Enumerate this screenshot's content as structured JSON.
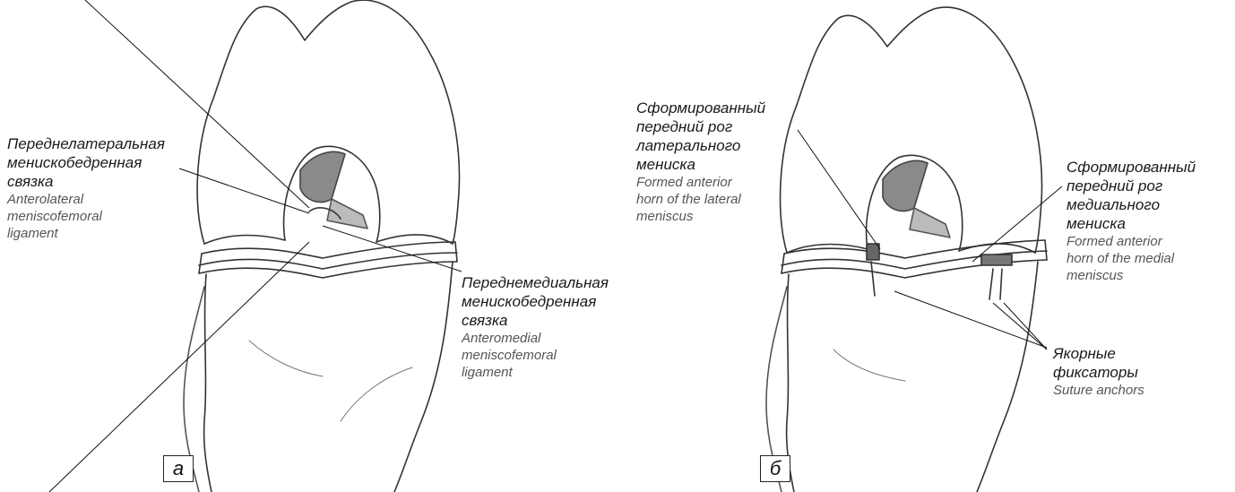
{
  "panel_a": {
    "letter": "а",
    "label_left": {
      "ru": "Переднелатеральная\nменискобедренная\nсвязка",
      "en": "Anterolateral\nmeniscofemoral\nligament"
    },
    "label_right": {
      "ru": "Переднемедиальная\nменискобедренная\nсвязка",
      "en": "Anteromedial\nmeniscofemoral\nligament"
    }
  },
  "panel_b": {
    "letter": "б",
    "label_left": {
      "ru": "Сформированный\nпередний рог\nлатерального\nмениска",
      "en": "Formed anterior\nhorn of the lateral\nmeniscus"
    },
    "label_right": {
      "ru": "Сформированный\nпередний рог\nмедиального\nмениска",
      "en": "Formed anterior\nhorn of the medial\nmeniscus"
    },
    "label_anchors": {
      "ru": "Якорные\nфиксаторы",
      "en": "Suture anchors"
    }
  }
}
